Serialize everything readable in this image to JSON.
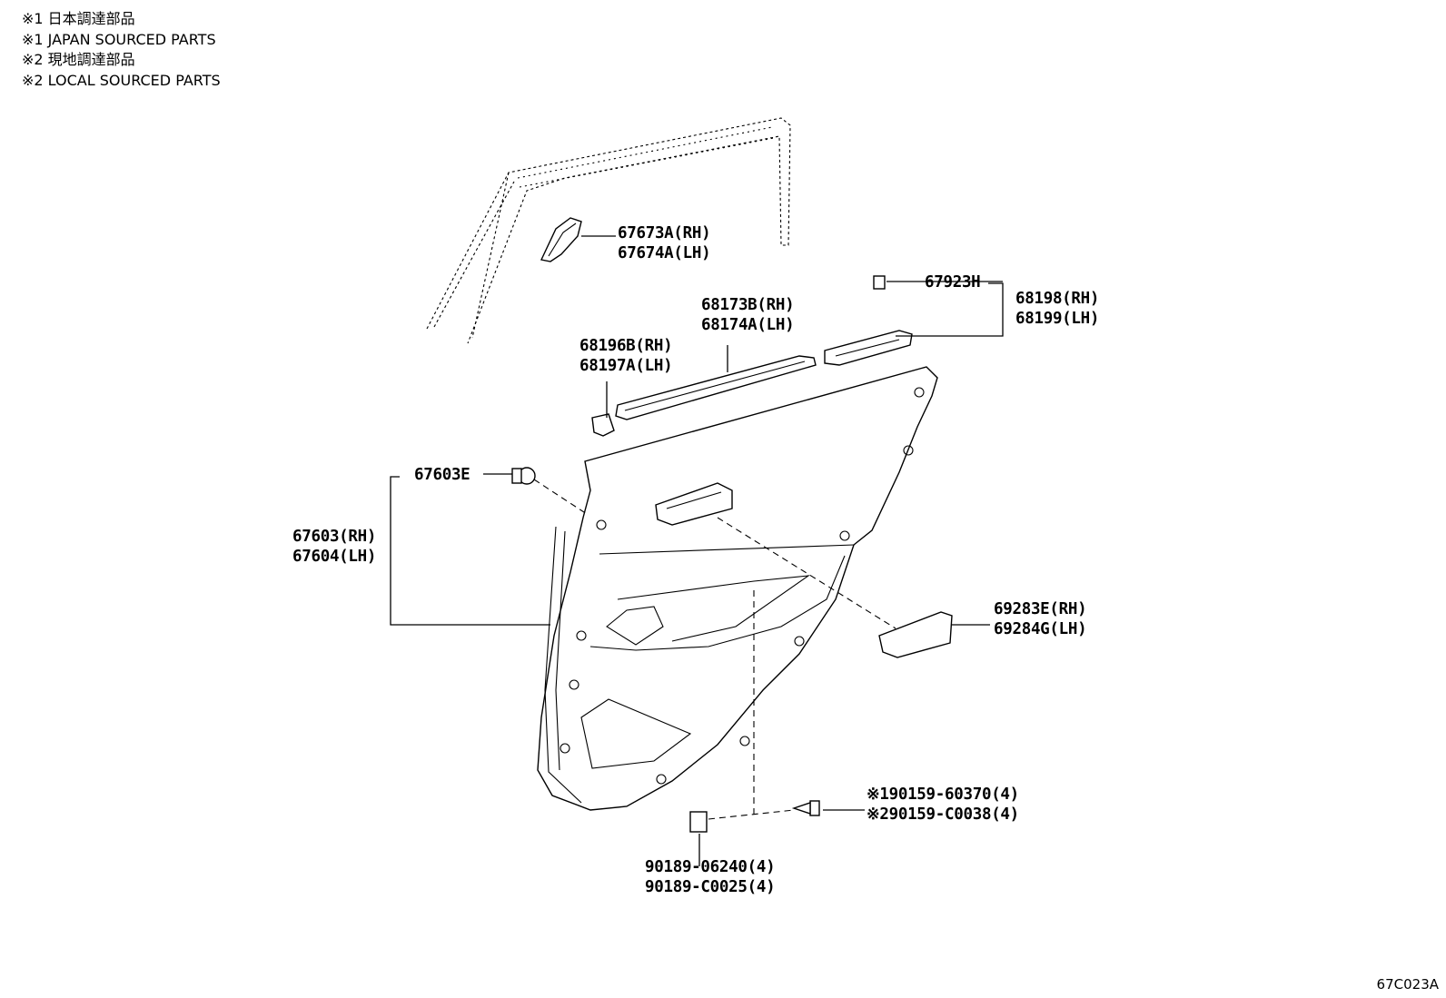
{
  "notes": [
    "※1 日本調達部品",
    "※1 JAPAN SOURCED PARTS",
    "※2 現地調達部品",
    "※2 LOCAL SOURCED PARTS"
  ],
  "labels": {
    "p67673": [
      "67673A(RH)",
      "67674A(LH)"
    ],
    "p68173": [
      "68173B(RH)",
      "68174A(LH)"
    ],
    "p68196": [
      "68196B(RH)",
      "68197A(LH)"
    ],
    "p67923": "67923H",
    "p68198": [
      "68198(RH)",
      "68199(LH)"
    ],
    "p67603e": "67603E",
    "p67603": [
      "67603(RH)",
      "67604(LH)"
    ],
    "p69283": [
      "69283E(RH)",
      "69284G(LH)"
    ],
    "p90159": [
      "※190159-60370(4)",
      "※290159-C0038(4)"
    ],
    "p90189": [
      "90189-06240(4)",
      "90189-C0025(4)"
    ]
  },
  "diagram_code": "67C023A"
}
